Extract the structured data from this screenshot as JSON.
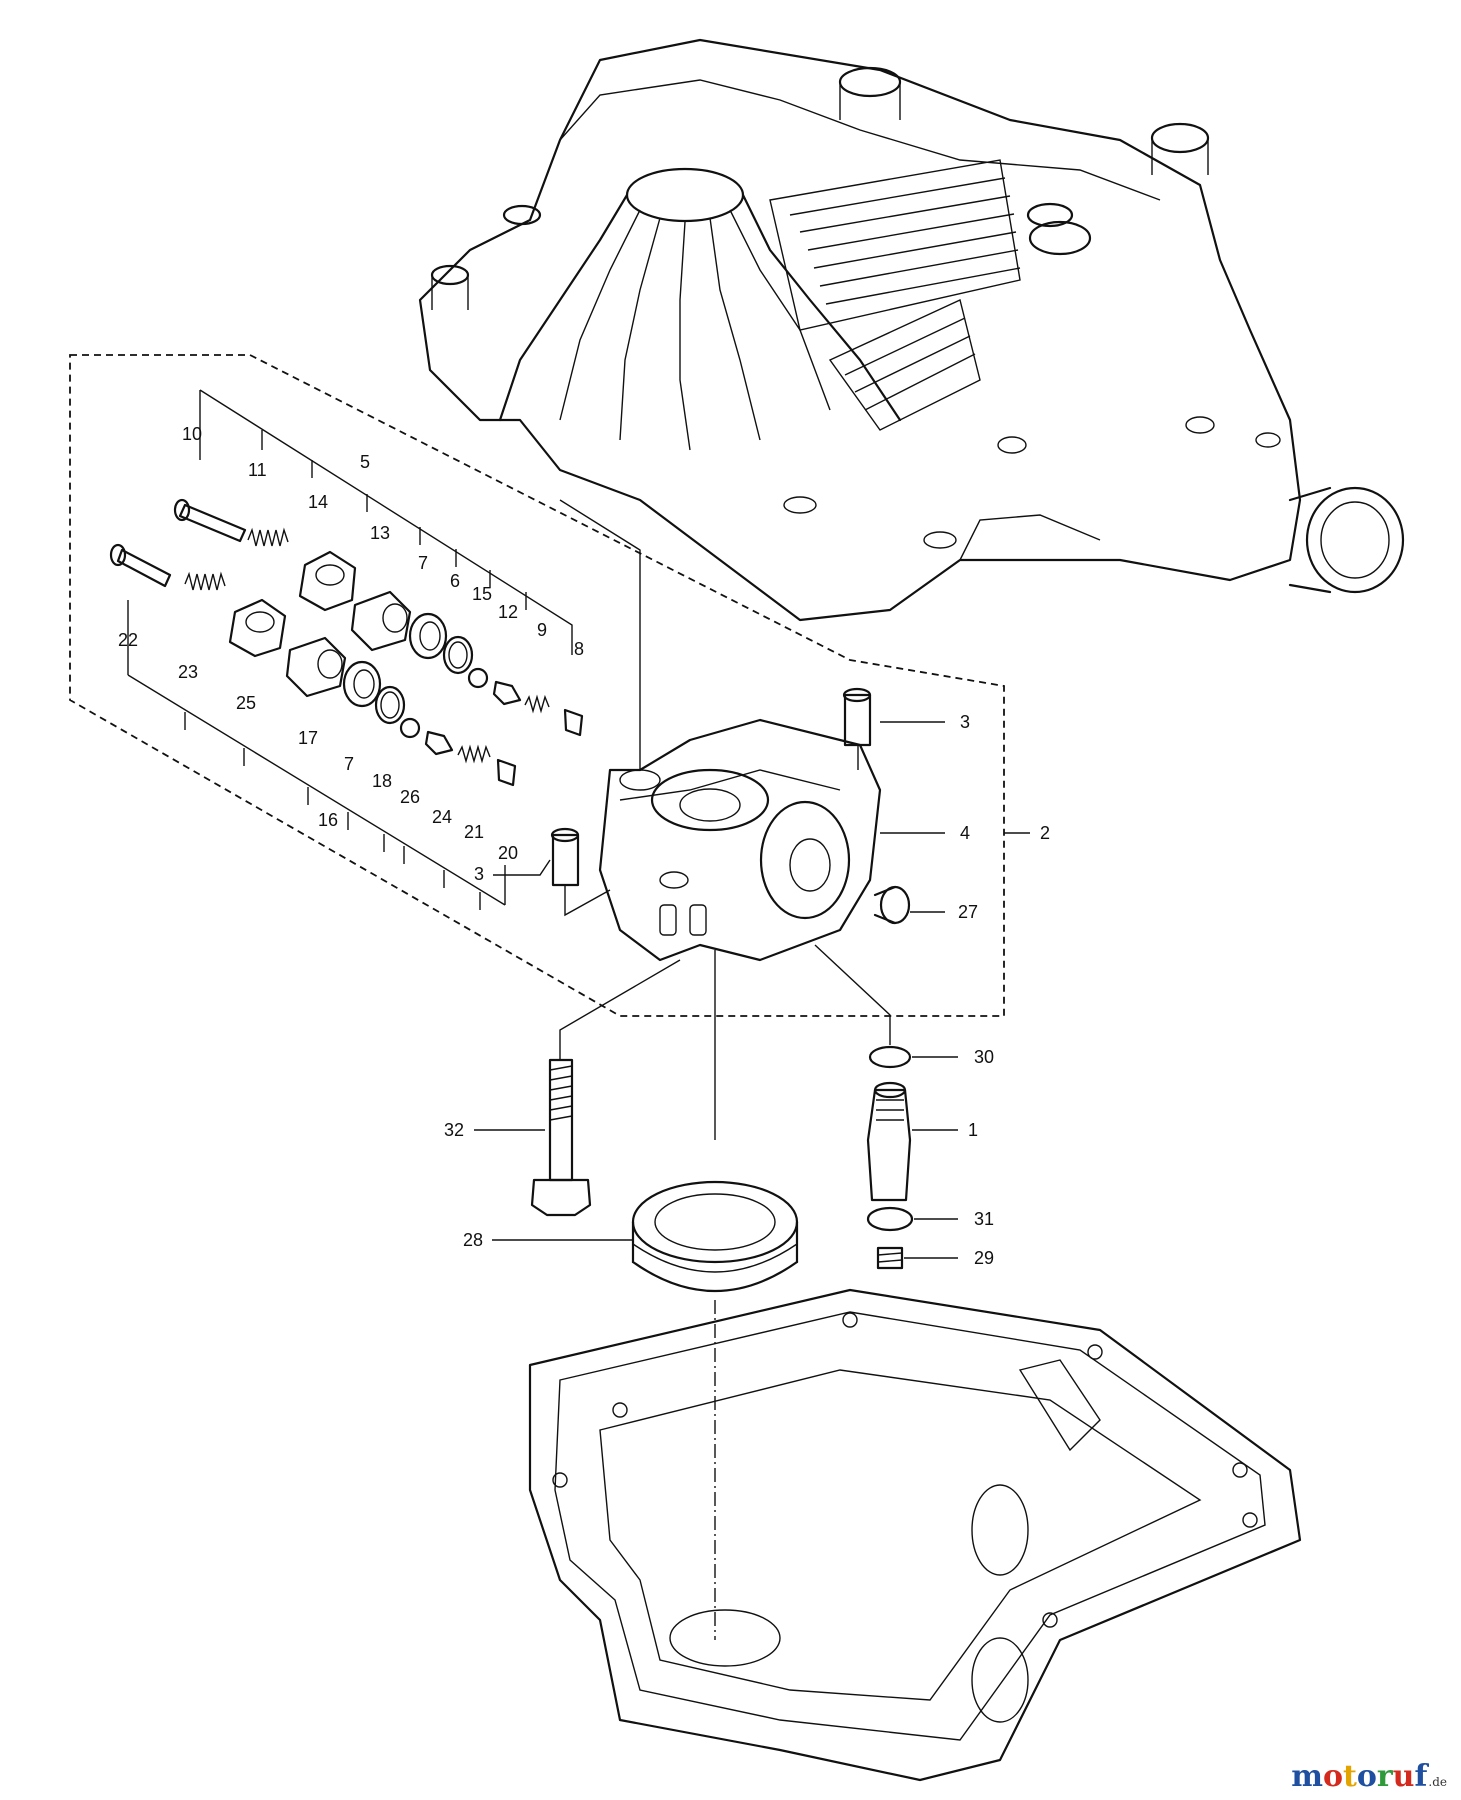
{
  "diagram": {
    "callouts": [
      {
        "id": "c1",
        "label": "1"
      },
      {
        "id": "c2",
        "label": "2"
      },
      {
        "id": "c3a",
        "label": "3"
      },
      {
        "id": "c3b",
        "label": "3"
      },
      {
        "id": "c4",
        "label": "4"
      },
      {
        "id": "c5",
        "label": "5"
      },
      {
        "id": "c6",
        "label": "6"
      },
      {
        "id": "c7a",
        "label": "7"
      },
      {
        "id": "c7b",
        "label": "7"
      },
      {
        "id": "c8",
        "label": "8"
      },
      {
        "id": "c9",
        "label": "9"
      },
      {
        "id": "c10",
        "label": "10"
      },
      {
        "id": "c11",
        "label": "11"
      },
      {
        "id": "c12",
        "label": "12"
      },
      {
        "id": "c13",
        "label": "13"
      },
      {
        "id": "c14",
        "label": "14"
      },
      {
        "id": "c15",
        "label": "15"
      },
      {
        "id": "c16",
        "label": "16"
      },
      {
        "id": "c17",
        "label": "17"
      },
      {
        "id": "c18",
        "label": "18"
      },
      {
        "id": "c20",
        "label": "20"
      },
      {
        "id": "c21",
        "label": "21"
      },
      {
        "id": "c22",
        "label": "22"
      },
      {
        "id": "c23",
        "label": "23"
      },
      {
        "id": "c24",
        "label": "24"
      },
      {
        "id": "c25",
        "label": "25"
      },
      {
        "id": "c26",
        "label": "26"
      },
      {
        "id": "c27",
        "label": "27"
      },
      {
        "id": "c28",
        "label": "28"
      },
      {
        "id": "c29",
        "label": "29"
      },
      {
        "id": "c30",
        "label": "30"
      },
      {
        "id": "c31",
        "label": "31"
      },
      {
        "id": "c32",
        "label": "32"
      }
    ]
  },
  "watermark": {
    "letters": [
      "m",
      "o",
      "t",
      "o",
      "r",
      "u",
      "f"
    ],
    "colors": [
      "#1e4fa0",
      "#d42a1e",
      "#e3a400",
      "#1e4fa0",
      "#2f9a3a",
      "#d42a1e",
      "#1e4fa0"
    ],
    "suffix": ".de"
  }
}
